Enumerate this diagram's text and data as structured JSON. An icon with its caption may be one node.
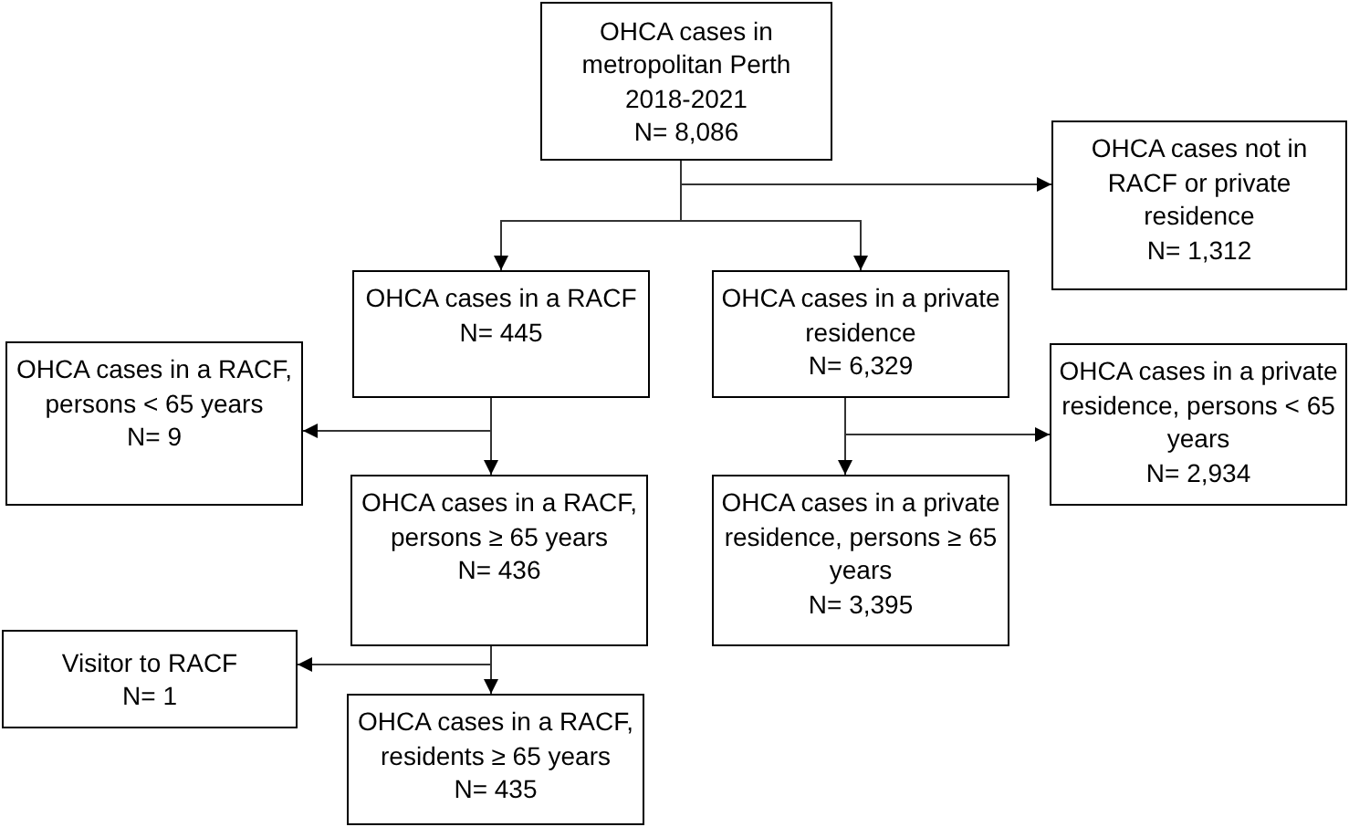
{
  "diagram": {
    "nodes": [
      {
        "text": [
          "OHCA cases in metropolitan Perth 2018-2021",
          "N= 8,086"
        ]
      },
      {
        "text": [
          "OHCA cases not in RACF or private residence",
          "N= 1,312"
        ]
      },
      {
        "text": [
          "OHCA cases in a RACF",
          "N= 445"
        ]
      },
      {
        "text": [
          "OHCA cases in a private residence",
          "N= 6,329"
        ]
      },
      {
        "text": [
          "OHCA cases in a RACF, persons < 65 years",
          "N= 9"
        ]
      },
      {
        "text": [
          "OHCA cases in a private residence, persons < 65 years",
          "N= 2,934"
        ]
      },
      {
        "text": [
          "OHCA cases in a RACF, persons ≥ 65 years",
          "N= 436"
        ]
      },
      {
        "text": [
          "OHCA cases in a private residence, persons ≥ 65 years",
          "N= 3,395"
        ]
      },
      {
        "text": [
          "Visitor to RACF",
          "N= 1"
        ]
      },
      {
        "text": [
          "OHCA cases in a RACF, residents ≥ 65 years",
          "N= 435"
        ]
      }
    ],
    "edges": [
      {
        "from": 0,
        "to": 1,
        "arrow": "to"
      },
      {
        "from": 0,
        "to": 2,
        "arrow": "to"
      },
      {
        "from": 0,
        "to": 3,
        "arrow": "to"
      },
      {
        "from": 2,
        "to": 4,
        "arrow": "to"
      },
      {
        "from": 2,
        "to": 6,
        "arrow": "to"
      },
      {
        "from": 3,
        "to": 5,
        "arrow": "to"
      },
      {
        "from": 3,
        "to": 7,
        "arrow": "to"
      },
      {
        "from": 6,
        "to": 8,
        "arrow": "to"
      },
      {
        "from": 6,
        "to": 9,
        "arrow": "to"
      }
    ]
  }
}
